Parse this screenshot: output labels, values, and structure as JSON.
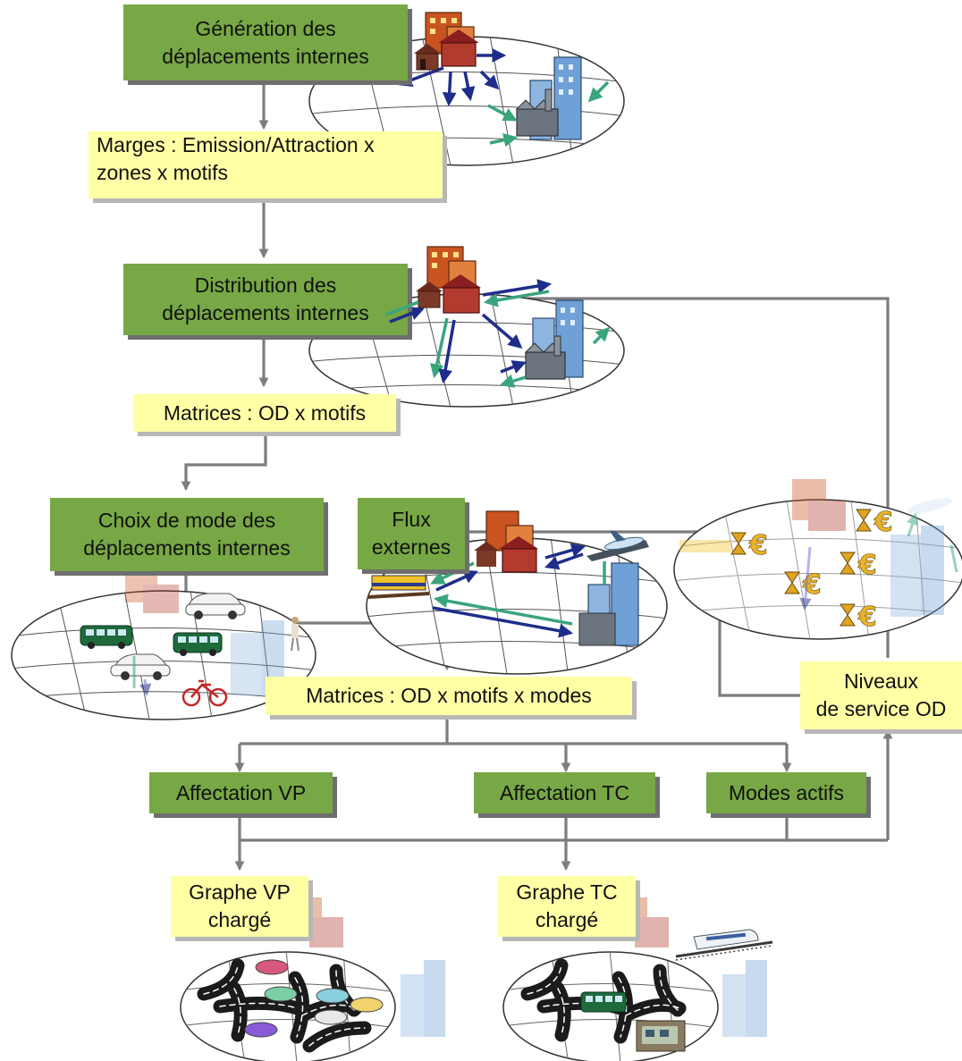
{
  "colors": {
    "process_green": "#77a845",
    "data_yellow": "#ffffa6",
    "connector_gray": "#7d7d7d",
    "flow_navy": "#1f2d8a",
    "flow_teal": "#3aa57c"
  },
  "steps": {
    "generation": {
      "line1": "Génération des",
      "line2": "déplacements internes"
    },
    "marges": {
      "line1": "Marges : Emission/Attraction x",
      "line2": "zones x motifs"
    },
    "distribution": {
      "line1": "Distribution des",
      "line2": "déplacements internes"
    },
    "matrices_od": {
      "label": "Matrices : OD x motifs"
    },
    "choix_mode": {
      "line1": "Choix de mode des",
      "line2": "déplacements internes"
    },
    "flux_externes": {
      "line1": "Flux",
      "line2": "externes"
    },
    "matrices_modes": {
      "label": "Matrices : OD x motifs x modes"
    },
    "niveaux": {
      "line1": "Niveaux",
      "line2": "de service OD"
    },
    "affectation_vp": {
      "label": "Affectation VP"
    },
    "affectation_tc": {
      "label": "Affectation TC"
    },
    "modes_actifs": {
      "label": "Modes actifs"
    },
    "graphe_vp": {
      "line1": "Graphe VP",
      "line2": "chargé"
    },
    "graphe_tc": {
      "line1": "Graphe TC",
      "line2": "chargé"
    }
  },
  "illustrations": [
    {
      "id": "generation-map",
      "icons": [
        "houses-icon",
        "office-towers-icon",
        "factory-icon",
        "flow-arrows-icon"
      ]
    },
    {
      "id": "distribution-map",
      "icons": [
        "houses-icon",
        "office-towers-icon",
        "factory-icon",
        "flow-arrows-icon"
      ]
    },
    {
      "id": "mode-choice-map",
      "icons": [
        "bus-icon",
        "car-icon",
        "bicycle-icon",
        "pedestrian-icon"
      ]
    },
    {
      "id": "external-flows-map",
      "icons": [
        "train-icon",
        "plane-icon",
        "houses-icon",
        "office-towers-icon"
      ]
    },
    {
      "id": "service-levels-map",
      "icons": [
        "hourglass-icon",
        "euro-icon",
        "plane-icon",
        "train-icon"
      ]
    },
    {
      "id": "vp-network-map",
      "icons": [
        "road-icon",
        "car-icon"
      ]
    },
    {
      "id": "tc-network-map",
      "icons": [
        "road-icon",
        "bus-icon",
        "train-icon",
        "metro-icon"
      ]
    }
  ]
}
